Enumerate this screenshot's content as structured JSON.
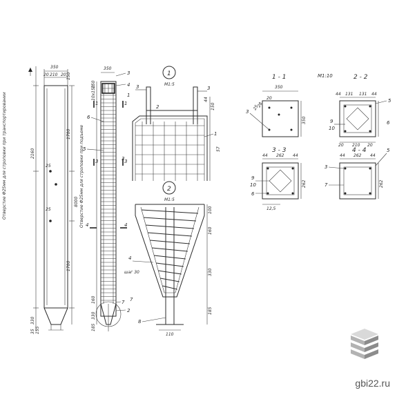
{
  "labels": {
    "view1_num": "1",
    "view1_scale": "M1:5",
    "view2_num": "2",
    "view2_scale": "M1:5",
    "section_1_1": "1 - 1",
    "section_2_2": "2 - 2",
    "section_3_3": "3 - 3",
    "section_4_4": "4 - 4",
    "section_scale": "M1:10",
    "hole_transport": "Отверстие Ф25мм для строповки при транспортировании",
    "hole_lift": "Отверстие Ф25мм для строповки при подъеме",
    "spiral_step": "шаг 30",
    "site": "gbi22.ru"
  },
  "dims": {
    "d350a": "350",
    "d20": "20",
    "d210": "210",
    "d20b": "20",
    "d150": "150",
    "d7": "7",
    "d2160": "2160",
    "d1700": "1700",
    "d25a": "25",
    "d25b": "25",
    "d8000": "8000",
    "d1700b": "1700",
    "d330": "330",
    "d35": "35",
    "d155": "155",
    "d20c": "20",
    "d350b": "350",
    "d10x150": "10x150",
    "d150b": "150",
    "d44": "44",
    "d57": "57",
    "d110": "110",
    "d185": "185",
    "d330b": "330",
    "d100": "100",
    "d185b": "185",
    "d160": "160",
    "d350c": "350",
    "d350d": "350",
    "d20d": "20",
    "d28": "28",
    "d25c": "25",
    "d44b": "44",
    "d131": "131",
    "d131b": "131",
    "d44c": "44",
    "d20e": "20",
    "d210b": "210",
    "d20f": "20",
    "d44d": "44",
    "d262": "262",
    "d44e": "44",
    "d262b": "262",
    "d44f": "44",
    "d262c": "262",
    "d44g": "44",
    "d262d": "262",
    "d12": "12,5"
  },
  "marks": {
    "m1": "1",
    "m2": "2",
    "m3": "3",
    "m4": "4",
    "m5": "5",
    "m6": "6",
    "m7": "7",
    "m8": "8",
    "m9": "9",
    "m10": "10",
    "m3b": "3",
    "m5b": "5",
    "m7b": "7",
    "m9b": "9",
    "m10b": "10",
    "m6b": "6",
    "m3c": "3",
    "m1b": "1",
    "m2b": "2",
    "m3d": "3",
    "m4b": "4",
    "m8b": "8",
    "m3e": "3",
    "m5c": "5",
    "m7c": "7",
    "m2c": "2"
  },
  "cuts": {
    "c1": "1",
    "c1b": "1",
    "c3": "3",
    "c3b": "3",
    "c4": "4",
    "c4b": "4",
    "c2": "2",
    "c2b": "2"
  },
  "logo_colors": {
    "light": "#d9d9d9",
    "mid": "#b3b3b3",
    "dark": "#8c8c8c"
  }
}
